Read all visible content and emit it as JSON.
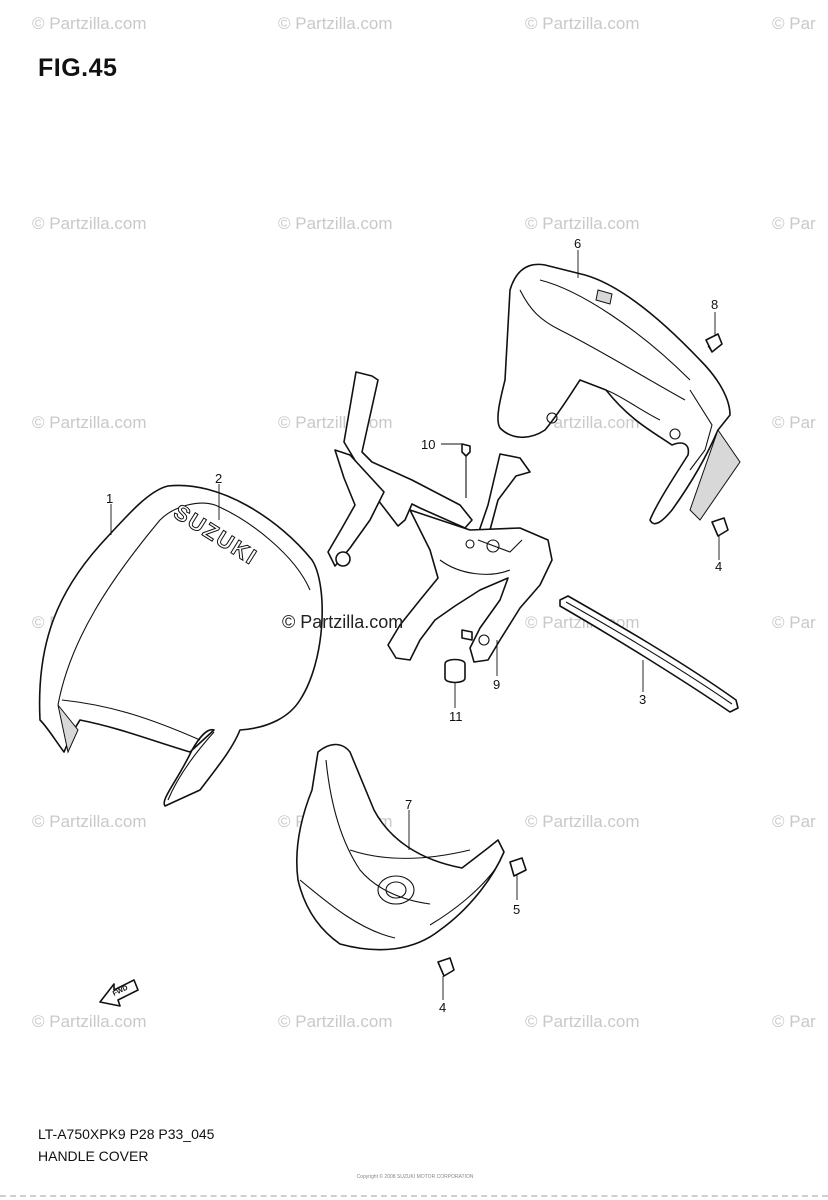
{
  "figure": {
    "title": "FIG.45",
    "code": "LT-A750XPK9 P28 P33_045",
    "name": "HANDLE COVER",
    "copyright": "Copyright © 2008 SUZUKI MOTOR CORPORATION"
  },
  "watermark": {
    "text": "© Partzilla.com",
    "partial_text": "© Par",
    "center_text": "© Partzilla.com"
  },
  "logo_text": "SUZUKI",
  "fwd_text": "FWD",
  "callouts": [
    "1",
    "2",
    "3",
    "4",
    "4",
    "5",
    "6",
    "7",
    "8",
    "9",
    "10",
    "11"
  ]
}
